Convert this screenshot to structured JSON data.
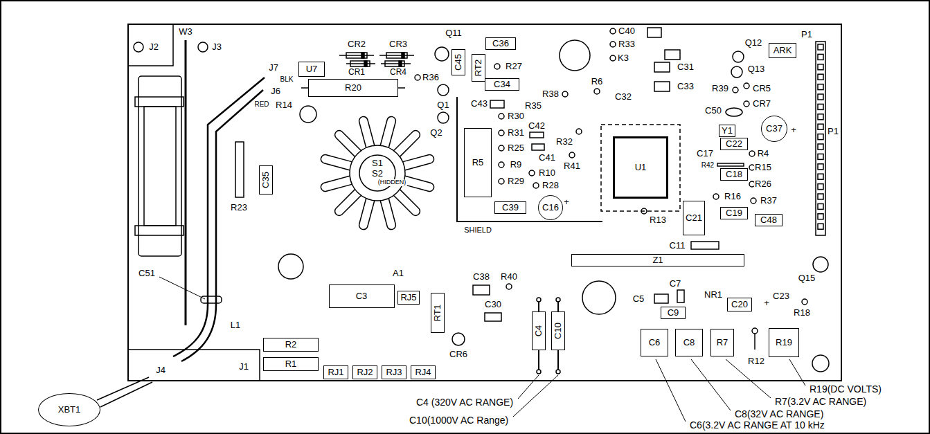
{
  "diagram": {
    "nodes": [
      {
        "text": [
          "U7"
        ]
      },
      {
        "text": [
          "R20"
        ]
      },
      {
        "text": [
          "C45"
        ]
      },
      {
        "text": [
          "RT2"
        ]
      },
      {
        "text": [
          "C36"
        ]
      },
      {
        "text": [
          "C34"
        ]
      },
      {
        "text": [
          "C35"
        ]
      },
      {
        "text": [
          "R5"
        ]
      },
      {
        "text": [
          "C39"
        ]
      },
      {
        "text": [
          "U1"
        ]
      },
      {
        "text": [
          "ARK"
        ]
      },
      {
        "text": [
          "Y1"
        ]
      },
      {
        "text": [
          "C22"
        ]
      },
      {
        "text": [
          "C18"
        ]
      },
      {
        "text": [
          "C21"
        ]
      },
      {
        "text": [
          "C19"
        ]
      },
      {
        "text": [
          "C48"
        ]
      },
      {
        "text": [
          "Z1"
        ]
      },
      {
        "text": [
          "C3"
        ]
      },
      {
        "text": [
          "RJ5"
        ]
      },
      {
        "text": [
          "RT1"
        ]
      },
      {
        "text": [
          "C4"
        ]
      },
      {
        "text": [
          "C10"
        ]
      },
      {
        "text": [
          "RJ1"
        ]
      },
      {
        "text": [
          "RJ2"
        ]
      },
      {
        "text": [
          "RJ3"
        ]
      },
      {
        "text": [
          "RJ4"
        ]
      },
      {
        "text": [
          "R2"
        ]
      },
      {
        "text": [
          "R1"
        ]
      },
      {
        "text": [
          "C9"
        ]
      },
      {
        "text": [
          "C20"
        ]
      },
      {
        "text": [
          "C6"
        ]
      },
      {
        "text": [
          "C8"
        ]
      },
      {
        "text": [
          "R7"
        ]
      },
      {
        "text": [
          "R19"
        ]
      },
      {
        "text": [
          "C37"
        ]
      },
      {
        "text": [
          "C16"
        ]
      },
      {
        "text": [
          "XBT1"
        ]
      }
    ],
    "labels": [
      "J2",
      "W3",
      "J3",
      "J7",
      "BLK",
      "J6",
      "RED",
      "R14",
      "CR2",
      "CR3",
      "CR1",
      "CR4",
      "R36",
      "Q11",
      "R27",
      "Q1",
      "Q2",
      "S1",
      "S2",
      "(HIDDEN)",
      "C51",
      "R23",
      "A1",
      "C43",
      "R38",
      "R35",
      "R30",
      "C42",
      "R31",
      "R32",
      "R25",
      "C41",
      "R41",
      "R9",
      "R10",
      "R29",
      "R28",
      "SHIELD",
      "C40",
      "R33",
      "K3",
      "C32",
      "R6",
      "C31",
      "C33",
      "Q12",
      "Q13",
      "P1",
      "R39",
      "CR5",
      "CR7",
      "C50",
      "C17",
      "R42",
      "R4",
      "R15",
      "R26",
      "R16",
      "R37",
      "R13",
      "P1",
      "C11",
      "C38",
      "R40",
      "C30",
      "CR6",
      "C5",
      "C7",
      "NR1",
      "C23",
      "R18",
      "Q15",
      "R12",
      "J1",
      "J4",
      "L1",
      "+",
      "+",
      "+",
      "C4 (320V AC RANGE)",
      "C10(1000V AC Range)",
      "R19(DC VOLTS)",
      "R7(3.2V AC RANGE)",
      "C8(32V AC RANGE)",
      "C6(3.2V AC RANGE AT 10 kHz"
    ]
  }
}
